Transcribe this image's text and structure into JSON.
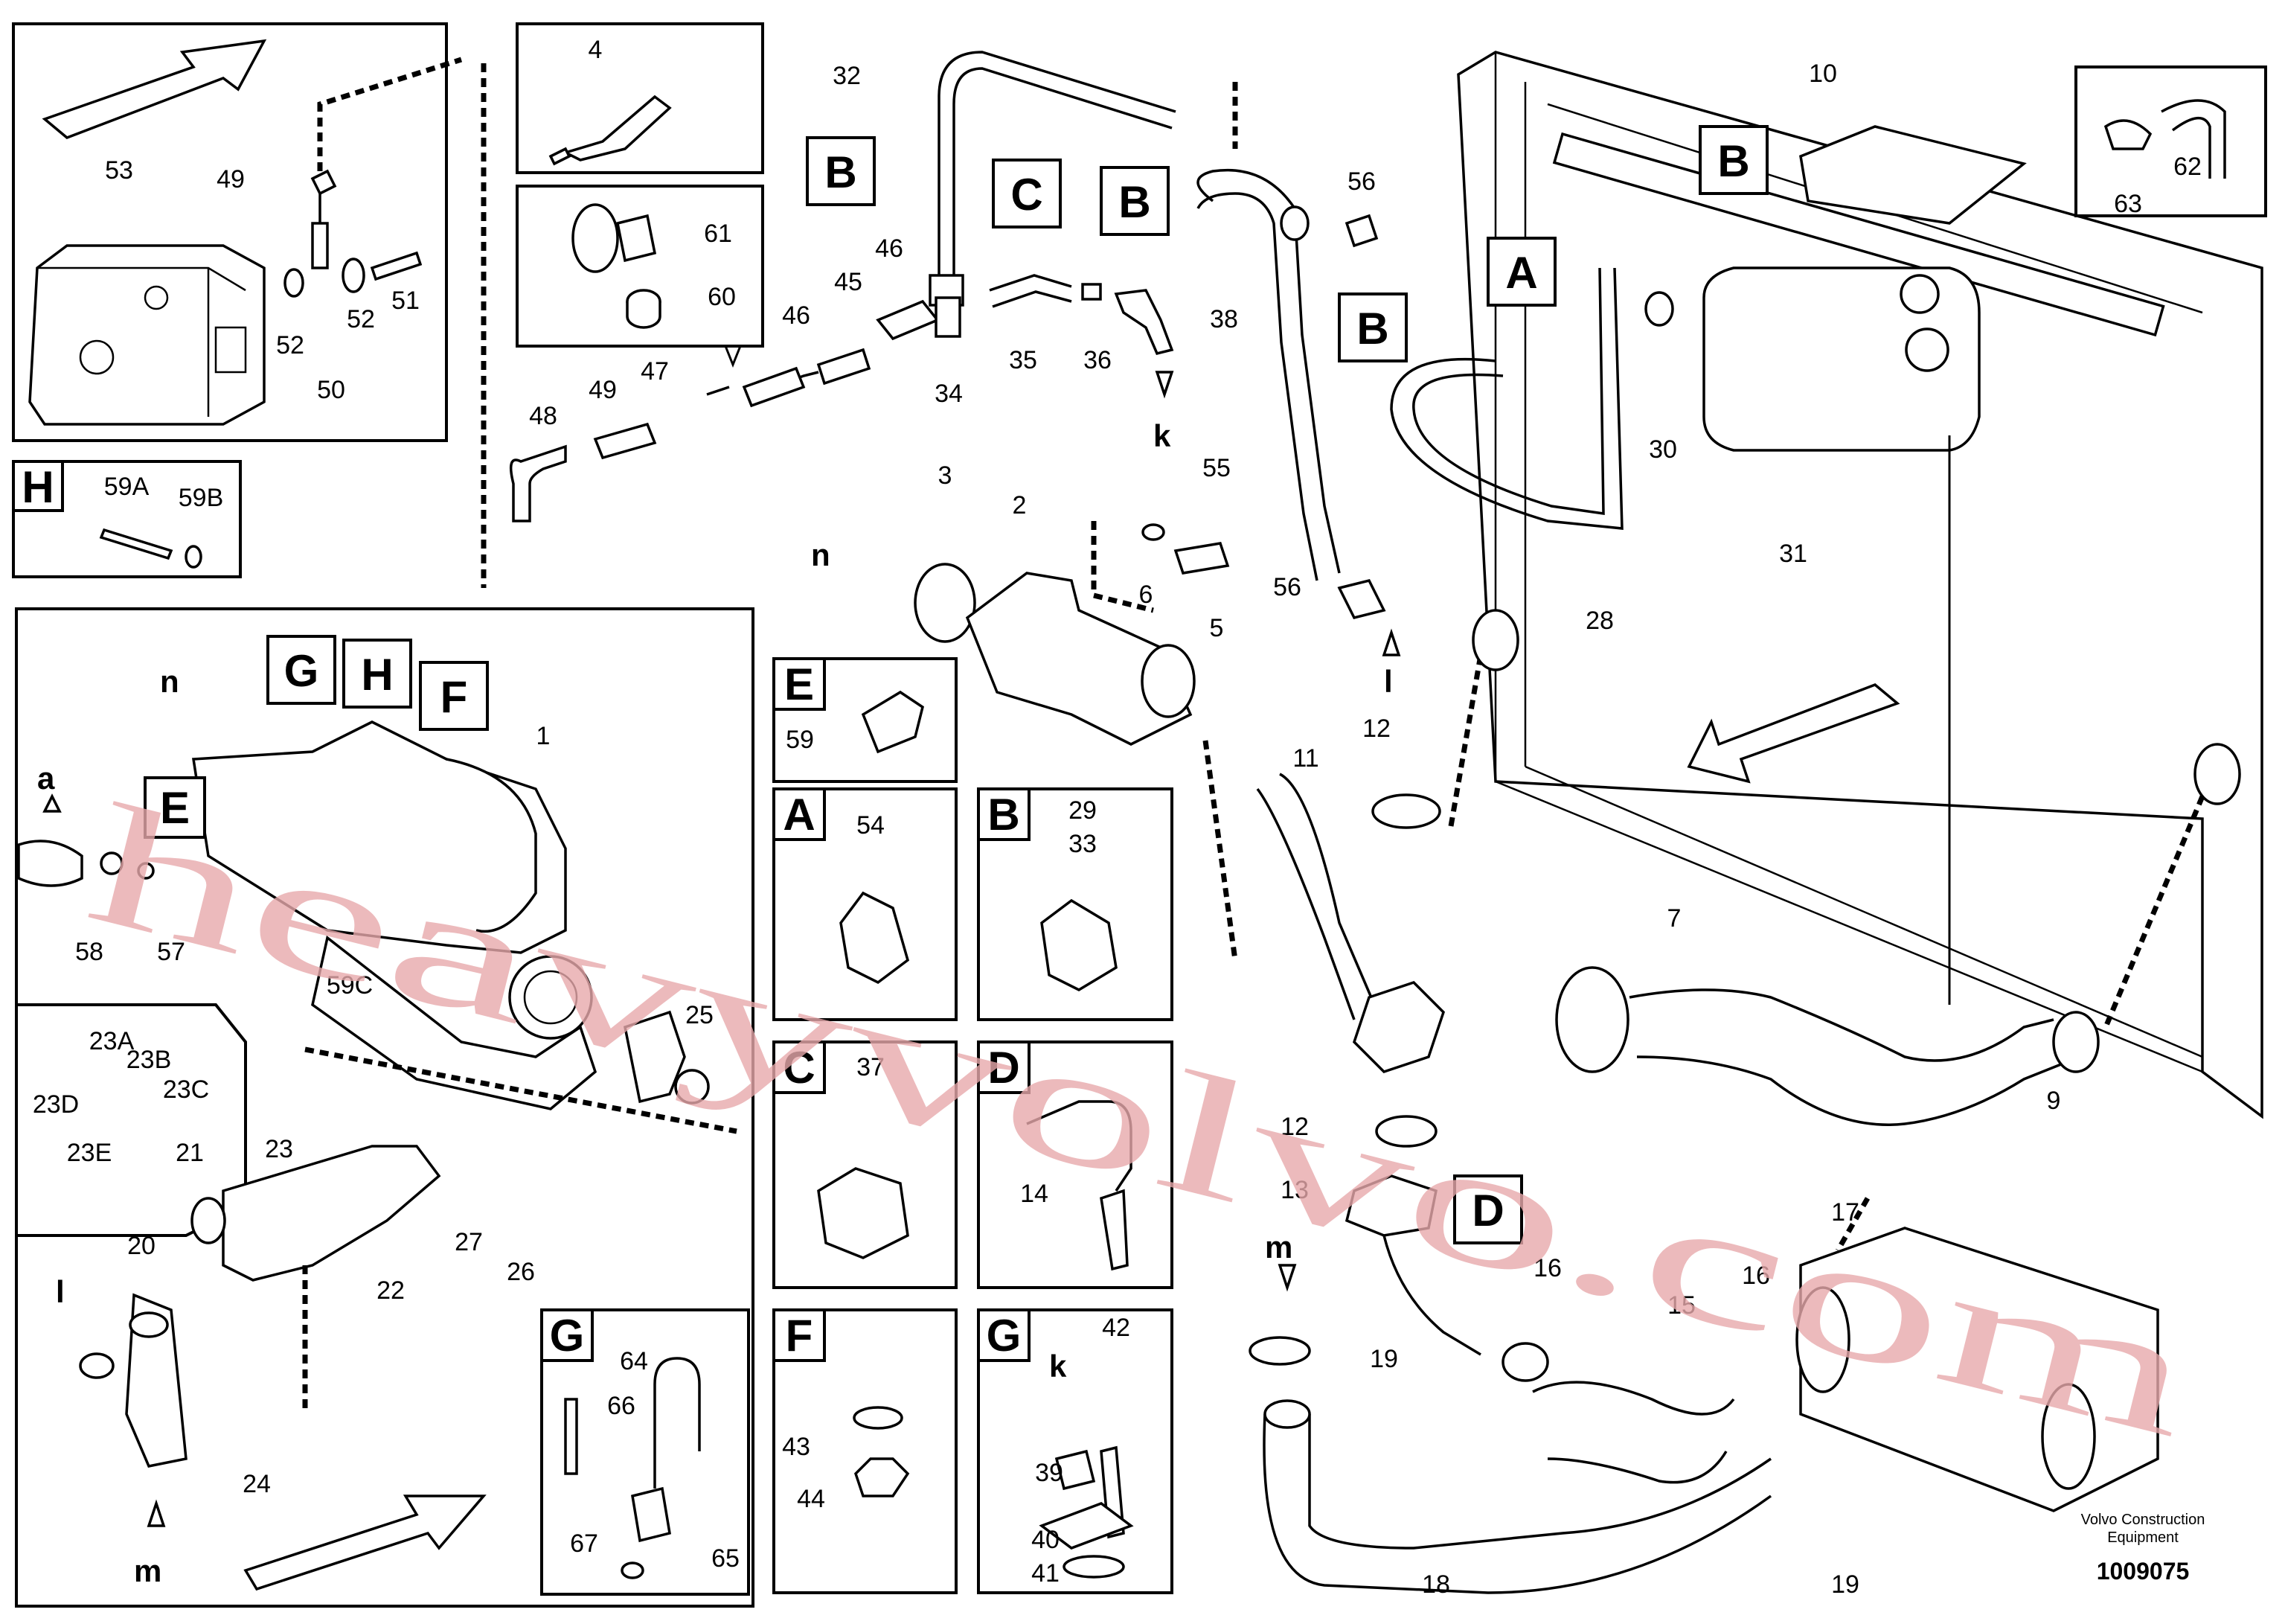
{
  "watermark": "heavyvolvo.com",
  "footer": {
    "company_line1": "Volvo Construction",
    "company_line2": "Equipment",
    "document_number": "1009075"
  },
  "insets": {
    "E": "E",
    "A": "A",
    "B": "B",
    "C": "C",
    "D": "D",
    "F": "F",
    "G": "G",
    "H": "H"
  },
  "callout_letters": {
    "A": "A",
    "B": "B",
    "C": "C",
    "D": "D",
    "E": "E",
    "F": "F",
    "G": "G",
    "H": "H"
  },
  "pointer_letters": {
    "a": "a",
    "k": "k",
    "l": "l",
    "m": "m",
    "n": "n"
  },
  "part_numbers": [
    "1",
    "2",
    "3",
    "4",
    "5",
    "6",
    "7",
    "9",
    "10",
    "11",
    "12",
    "13",
    "14",
    "15",
    "16",
    "17",
    "18",
    "19",
    "20",
    "21",
    "22",
    "23",
    "23A",
    "23B",
    "23C",
    "23D",
    "23E",
    "24",
    "25",
    "26",
    "27",
    "28",
    "29",
    "30",
    "31",
    "32",
    "33",
    "34",
    "35",
    "36",
    "37",
    "38",
    "39",
    "40",
    "41",
    "42",
    "43",
    "44",
    "45",
    "46",
    "47",
    "48",
    "49",
    "50",
    "51",
    "52",
    "53",
    "54",
    "55",
    "56",
    "57",
    "58",
    "59",
    "59A",
    "59B",
    "59C",
    "60",
    "61",
    "62",
    "63",
    "64",
    "65",
    "66",
    "67"
  ]
}
